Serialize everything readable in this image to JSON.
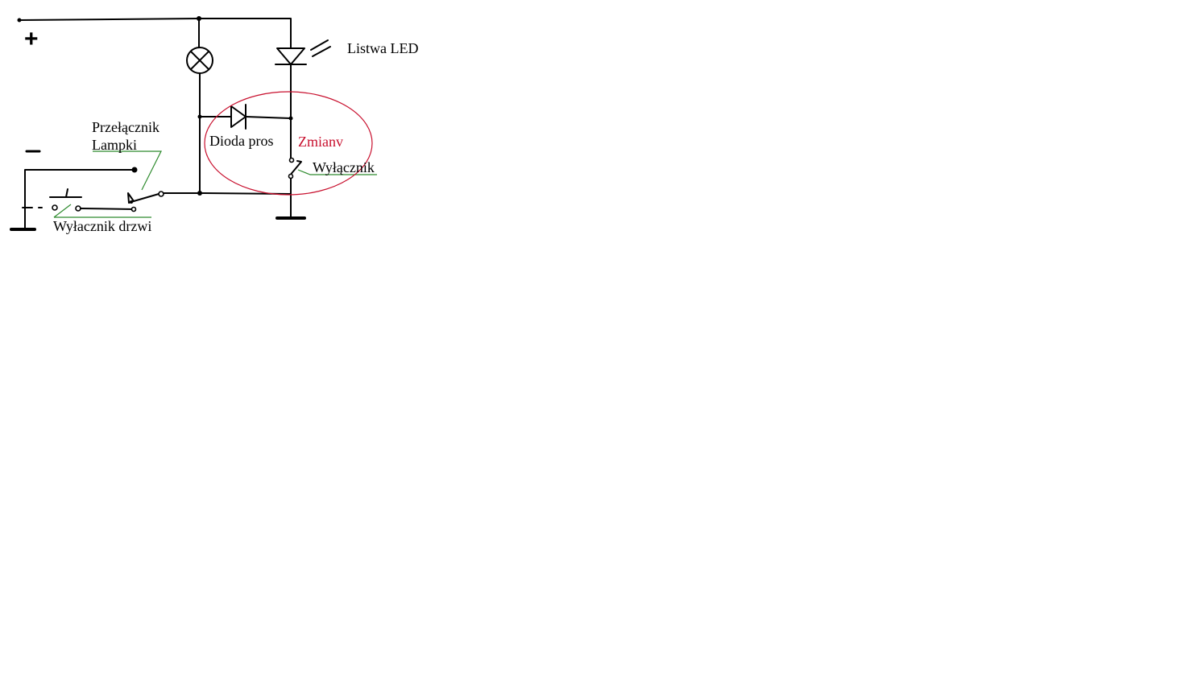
{
  "diagram": {
    "labels": {
      "plus": "+",
      "minus": "−",
      "led_strip": "Listwa LED",
      "lamp_switch_line1": "Przełącznik",
      "lamp_switch_line2": "Lampki",
      "diode": "Dioda pros",
      "change_note": "Zmianv",
      "switch": "Wyłącznik",
      "door_switch": "Wyłacznik drzwi"
    },
    "colors": {
      "wire": "#000000",
      "leader": "#2e8b2e",
      "highlight": "#c8102e",
      "background": "#ffffff"
    }
  }
}
